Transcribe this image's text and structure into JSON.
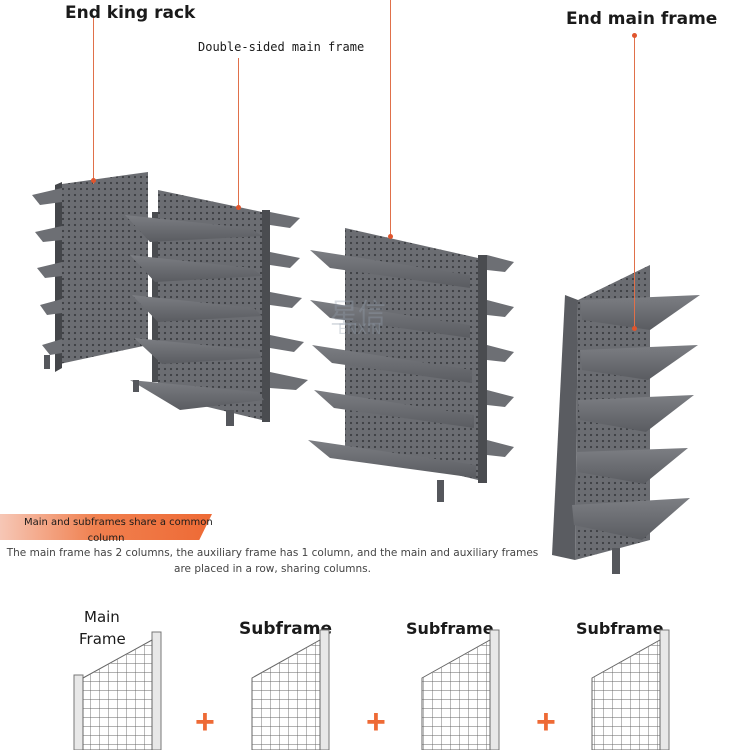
{
  "labels": {
    "end_king_rack": "End king rack",
    "double_sided_main_frame": "Double-sided main frame",
    "end_main_frame": "End main frame"
  },
  "banner": {
    "line1": "Main and subframes share a common",
    "line2": "column"
  },
  "description": "The main frame has 2 columns, the auxiliary frame has 1 column, and the main and auxiliary frames are placed in a row, sharing columns.",
  "watermark": {
    "line1": "星信",
    "line2": "ENXIN"
  },
  "diagram": {
    "main_frame_label_line1": "Main",
    "main_frame_label_line2": "Frame",
    "subframe_labels": [
      "Subframe",
      "Subframe",
      "Subframe"
    ],
    "plus_signs": [
      "+",
      "+",
      "+"
    ]
  },
  "colors": {
    "accent": "#ee6a35",
    "shelf_dark": "#55575c",
    "shelf_light": "#8a8c90"
  }
}
